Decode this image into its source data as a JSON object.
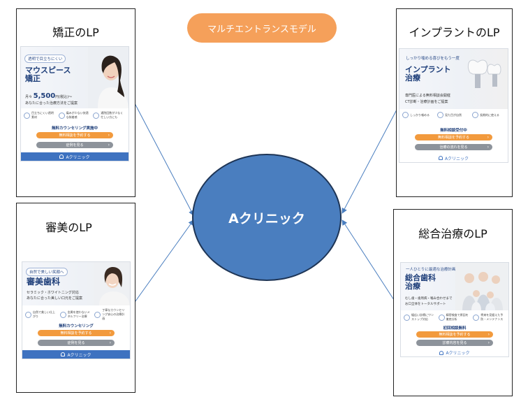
{
  "title_pill": "マルチエントランスモデル",
  "hub_label": "Aクリニック",
  "frames": {
    "orthodontics": {
      "title": "矯正のLP",
      "tag": "透明で目立ちにくい",
      "headline_1": "マウスピース",
      "headline_2": "矯正",
      "price_prefix": "月々",
      "price": "5,500",
      "price_suffix": "円(税込)～",
      "subtext": "あなたに合った治療方法をご提案",
      "features": [
        "目立ちにくい透明素材",
        "痛みが少ない快適な装着感",
        "通院回数が少なく忙しい方にも"
      ],
      "cta_text": "無料カウンセリング実施中",
      "btn_primary": "無料相談を予約する",
      "btn_secondary": "症例を見る",
      "footer": "Aクリニック"
    },
    "aesthetic": {
      "title": "審美のLP",
      "tag": "自然で美しい笑顔へ",
      "headline": "審美歯科",
      "subtext_1": "セラミック・ホワイトニング対応",
      "subtext_2": "あなたに合った美しい口元をご提案",
      "features": [
        "自然で美しい仕上がり",
        "金属を使わないメタルフリー治療",
        "丁寧なカウンセリング安心の治療計画"
      ],
      "cta_text": "無料カウンセリング",
      "btn_primary": "無料相談を予約する",
      "btn_secondary": "症例を見る",
      "footer": "Aクリニック"
    },
    "implant": {
      "title": "インプラントのLP",
      "tag": "しっかり噛める喜びをもう一度",
      "headline_1": "インプラント",
      "headline_2": "治療",
      "subtext_1": "専門医による無料相談会開催",
      "subtext_2": "CT診断・治療計画をご提案",
      "features": [
        "しっかり噛める",
        "見た目が自然",
        "長期的に使える"
      ],
      "cta_text": "無料相談受付中",
      "btn_primary": "無料相談を予約する",
      "btn_secondary": "治療の流れを見る",
      "footer": "Aクリニック"
    },
    "general": {
      "title": "総合治療のLP",
      "tag": "一人ひとりに最適な治療計画",
      "headline_1": "総合歯科",
      "headline_2": "治療",
      "subtext_1": "むし歯・歯周病・噛み合わせまで",
      "subtext_2": "お口全体をトータルサポート",
      "features": [
        "幅広い診療にワンストップ対応",
        "精密検査で原因を徹底分析",
        "将来を見据えた予防・メンテナンス"
      ],
      "cta_text": "初回相談無料",
      "btn_primary": "無料相談を予約する",
      "btn_secondary": "診療内容を見る",
      "footer": "Aクリニック"
    }
  },
  "colors": {
    "pill": "#f5a05a",
    "hub": "#4a7ebf",
    "hub_border": "#1e3556",
    "connector": "#4a7ebf",
    "lp_primary": "#1f3f7a",
    "lp_button": "#f29a3d"
  },
  "connections": [
    {
      "from": "矯正のLP",
      "to": "Aクリニック"
    },
    {
      "from": "審美のLP",
      "to": "Aクリニック"
    },
    {
      "from": "インプラントのLP",
      "to": "Aクリニック"
    },
    {
      "from": "総合治療のLP",
      "to": "Aクリニック"
    }
  ]
}
